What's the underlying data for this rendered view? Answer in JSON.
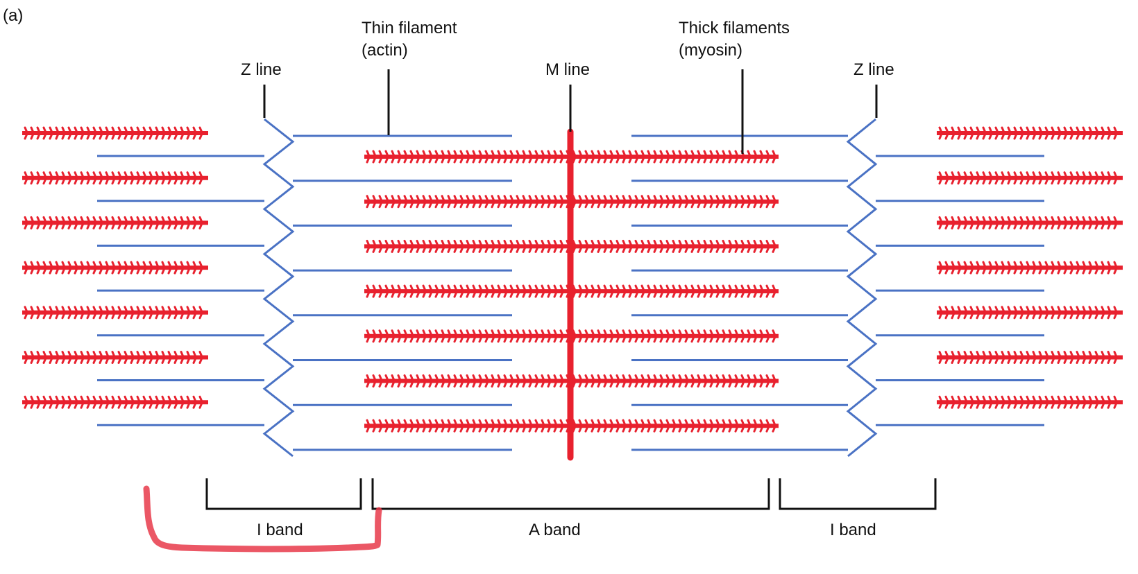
{
  "panel_label": "(a)",
  "labels": {
    "z_line_left": "Z line",
    "thin_filament_line1": "Thin filament",
    "thin_filament_line2": "(actin)",
    "m_line": "M line",
    "thick_filaments_line1": "Thick filaments",
    "thick_filaments_line2": "(myosin)",
    "z_line_right": "Z line"
  },
  "bands": {
    "i_band_left": "I band",
    "a_band": "A band",
    "i_band_right": "I band"
  },
  "colors": {
    "thin_filament": "#4a72c4",
    "thick_filament": "#e8212e",
    "m_line": "#e8212e",
    "annotation": "#e83a4a",
    "leader_lines": "#111111"
  }
}
